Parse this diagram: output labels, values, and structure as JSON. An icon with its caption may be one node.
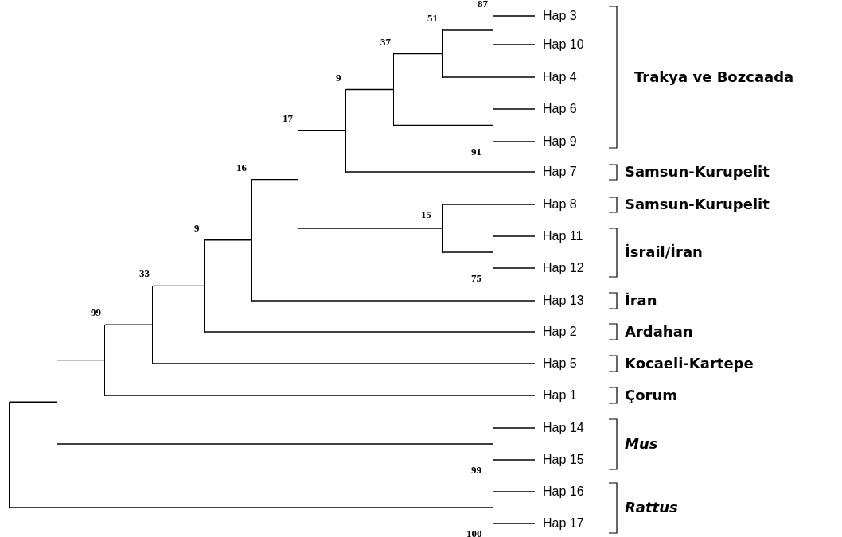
{
  "diagram": {
    "nodes": [
      {
        "text": [
          "Hap 3"
        ]
      },
      {
        "text": [
          "Hap 10"
        ]
      },
      {
        "text": [
          "Hap 4"
        ]
      },
      {
        "text": [
          "Hap 6"
        ]
      },
      {
        "text": [
          "Hap 9"
        ]
      },
      {
        "text": [
          "Hap 7"
        ]
      },
      {
        "text": [
          "Hap 8"
        ]
      },
      {
        "text": [
          "Hap 11"
        ]
      },
      {
        "text": [
          "Hap 12"
        ]
      },
      {
        "text": [
          "Hap 13"
        ]
      },
      {
        "text": [
          "Hap 2"
        ]
      },
      {
        "text": [
          "Hap 5"
        ]
      },
      {
        "text": [
          "Hap 1"
        ]
      },
      {
        "text": [
          "Hap 14"
        ]
      },
      {
        "text": [
          "Hap 15"
        ]
      },
      {
        "text": [
          "Hap 16"
        ]
      },
      {
        "text": [
          "Hap 17"
        ]
      },
      {
        "text": [],
        "shape": "bar"
      },
      {
        "text": [],
        "shape": "bar"
      },
      {
        "text": [],
        "shape": "bar",
        "beside": [
          "99"
        ]
      },
      {
        "text": [],
        "shape": "bar",
        "beside": [
          "33"
        ]
      },
      {
        "text": [],
        "shape": "bar",
        "beside": [
          "9"
        ]
      },
      {
        "text": [],
        "shape": "bar",
        "beside": [
          "16"
        ]
      },
      {
        "text": [],
        "shape": "bar",
        "beside": [
          "17"
        ]
      },
      {
        "text": [],
        "shape": "bar",
        "beside": [
          "9"
        ]
      },
      {
        "text": [],
        "shape": "bar",
        "beside": [
          "37"
        ]
      },
      {
        "text": [],
        "shape": "bar",
        "beside": [
          "51"
        ]
      },
      {
        "text": [],
        "shape": "bar",
        "beside": [
          "15"
        ]
      },
      {
        "text": [],
        "shape": "bar",
        "beside": [
          "87"
        ]
      },
      {
        "text": [],
        "shape": "bar",
        "beside": [
          "91"
        ]
      },
      {
        "text": [],
        "shape": "bar",
        "beside": [
          "75"
        ]
      },
      {
        "text": [],
        "shape": "bar",
        "beside": [
          "99"
        ]
      },
      {
        "text": [],
        "shape": "bar",
        "beside": [
          "100"
        ]
      }
    ],
    "edges": [
      {
        "from": 17,
        "to": 18,
        "arrow": "none"
      },
      {
        "from": 17,
        "to": 32,
        "arrow": "none"
      },
      {
        "from": 18,
        "to": 19,
        "arrow": "none"
      },
      {
        "from": 18,
        "to": 31,
        "arrow": "none"
      },
      {
        "from": 19,
        "to": 20,
        "arrow": "none"
      },
      {
        "from": 19,
        "to": 12,
        "arrow": "none"
      },
      {
        "from": 20,
        "to": 21,
        "arrow": "none"
      },
      {
        "from": 20,
        "to": 11,
        "arrow": "none"
      },
      {
        "from": 21,
        "to": 22,
        "arrow": "none"
      },
      {
        "from": 21,
        "to": 10,
        "arrow": "none"
      },
      {
        "from": 22,
        "to": 23,
        "arrow": "none"
      },
      {
        "from": 22,
        "to": 9,
        "arrow": "none"
      },
      {
        "from": 23,
        "to": 24,
        "arrow": "none"
      },
      {
        "from": 23,
        "to": 27,
        "arrow": "none"
      },
      {
        "from": 24,
        "to": 25,
        "arrow": "none"
      },
      {
        "from": 24,
        "to": 5,
        "arrow": "none"
      },
      {
        "from": 25,
        "to": 26,
        "arrow": "none"
      },
      {
        "from": 25,
        "to": 29,
        "arrow": "none"
      },
      {
        "from": 26,
        "to": 28,
        "arrow": "none"
      },
      {
        "from": 26,
        "to": 2,
        "arrow": "none"
      },
      {
        "from": 27,
        "to": 6,
        "arrow": "none"
      },
      {
        "from": 27,
        "to": 30,
        "arrow": "none"
      },
      {
        "from": 28,
        "to": 0,
        "arrow": "none"
      },
      {
        "from": 28,
        "to": 1,
        "arrow": "none"
      },
      {
        "from": 29,
        "to": 3,
        "arrow": "none"
      },
      {
        "from": 29,
        "to": 4,
        "arrow": "none"
      },
      {
        "from": 30,
        "to": 7,
        "arrow": "none"
      },
      {
        "from": 30,
        "to": 8,
        "arrow": "none"
      },
      {
        "from": 31,
        "to": 13,
        "arrow": "none"
      },
      {
        "from": 31,
        "to": 14,
        "arrow": "none"
      },
      {
        "from": 32,
        "to": 15,
        "arrow": "none"
      },
      {
        "from": 32,
        "to": 16,
        "arrow": "none"
      }
    ],
    "labels": [
      "Trakya ve Bozcaada",
      "Samsun-Kurupelit",
      "Samsun-Kurupelit",
      "İsrail/İran",
      "İran",
      "Ardahan",
      "Kocaeli-Kartepe",
      "Çorum",
      "Mus",
      "Rattus"
    ]
  }
}
